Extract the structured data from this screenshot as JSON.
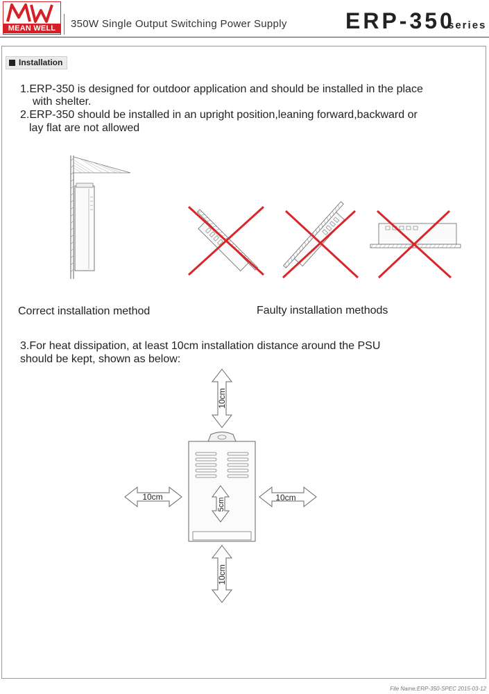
{
  "header": {
    "logo_text": "MEAN WELL",
    "subtitle": "350W Single Output Switching Power Supply",
    "model": "ERP-350",
    "series": "series"
  },
  "section": {
    "title": "Installation"
  },
  "items": {
    "item1_line1": "1.ERP-350 is designed for outdoor application and should be installed in the place",
    "item1_line2": "with shelter.",
    "item2_line1": "2.ERP-350 should be installed in an upright position,leaning forward,backward or",
    "item2_line2": "lay flat are not allowed",
    "item3_line1": "3.For heat dissipation, at least 10cm installation distance around the PSU",
    "item3_line2": "should be kept,  shown as below:"
  },
  "captions": {
    "correct": "Correct installation method",
    "faulty": "Faulty installation methods"
  },
  "distances": {
    "top": "10cm",
    "bottom": "10cm",
    "left": "10cm",
    "right": "10cm",
    "inner": "5cm"
  },
  "colors": {
    "brand": "#d52026",
    "cross": "#d8262a"
  },
  "footer": "File Name:ERP-350-SPEC   2015-03-12"
}
